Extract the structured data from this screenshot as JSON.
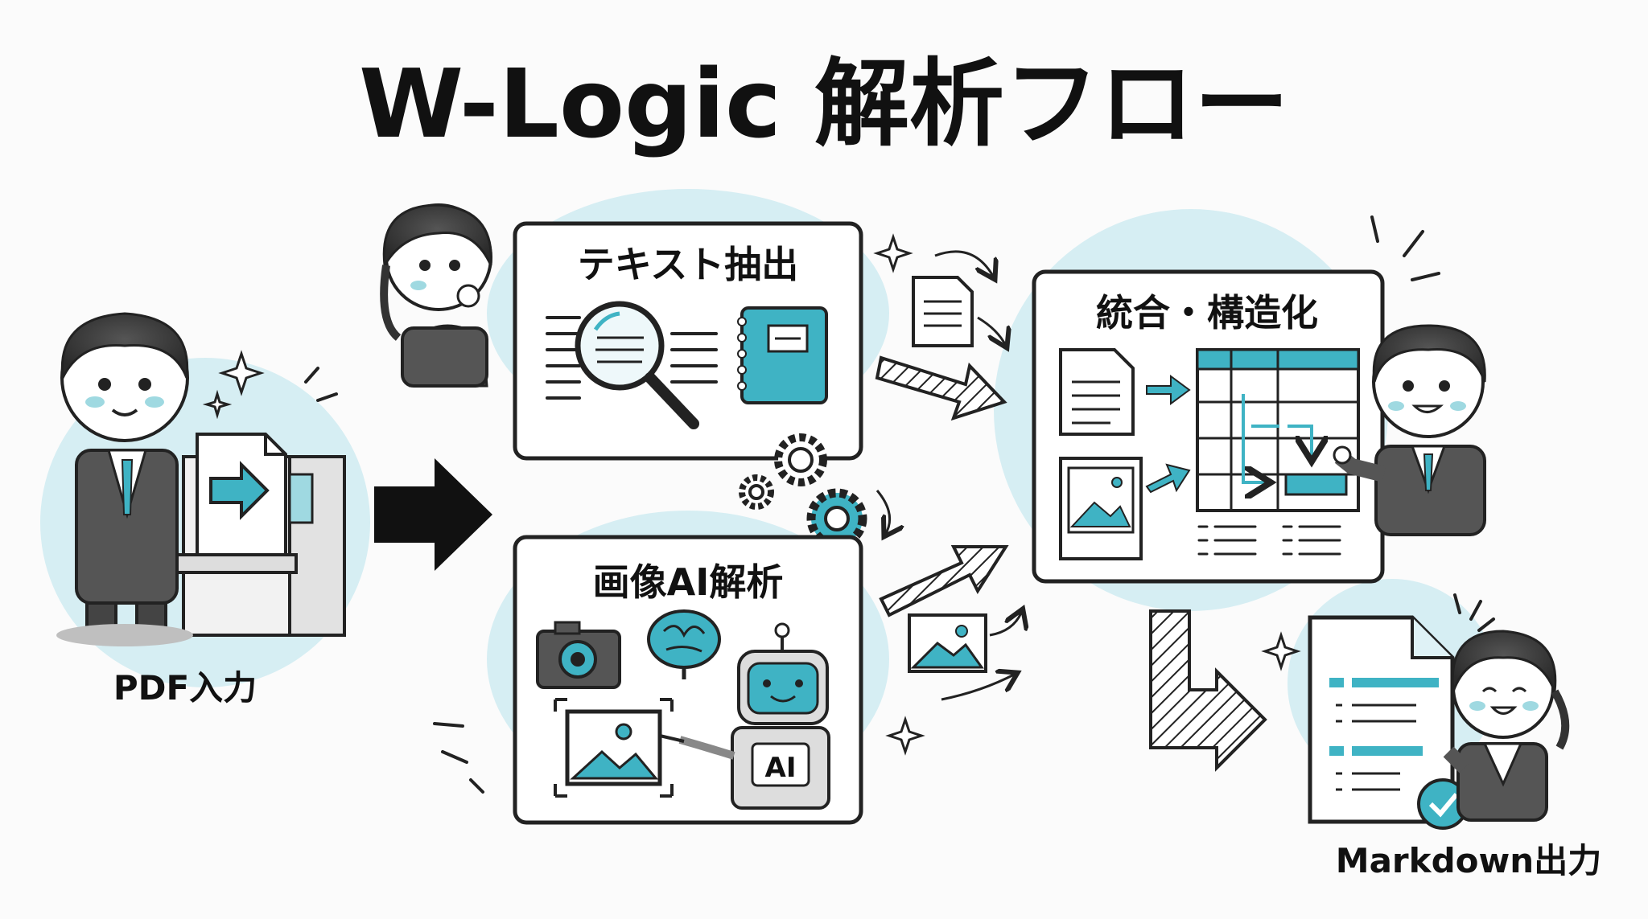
{
  "title": "W-Logic 解析フロー",
  "nodes": {
    "pdf_input": {
      "label": "PDF入力"
    },
    "text_extract": {
      "label": "テキスト抽出"
    },
    "image_ai": {
      "label": "画像AI解析",
      "robot_badge": "AI"
    },
    "integrate": {
      "label": "統合・構造化"
    },
    "markdown_output": {
      "label": "Markdown出力"
    }
  },
  "colors": {
    "accent": "#3fb3c4",
    "accent_light": "#d6eef3",
    "ink": "#111111",
    "paper": "#fbfbfb"
  }
}
